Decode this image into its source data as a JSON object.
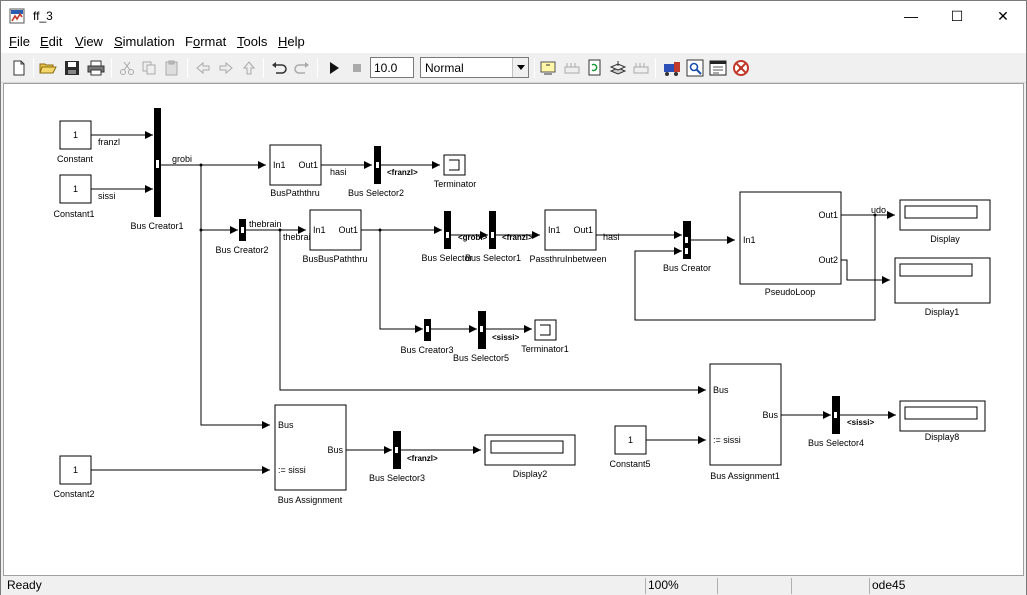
{
  "window": {
    "title": "ff_3",
    "minimize_glyph": "—",
    "maximize_glyph": "☐",
    "close_glyph": "✕"
  },
  "menu": [
    "File",
    "Edit",
    "View",
    "Simulation",
    "Format",
    "Tools",
    "Help"
  ],
  "menu_mnemonics": [
    "F",
    "E",
    "V",
    "S",
    "o",
    "T",
    "H"
  ],
  "toolbar": {
    "stop_time": "10.0",
    "sim_mode": "Normal",
    "icons": [
      "new-icon",
      "open-icon",
      "save-icon",
      "print-icon",
      "cut-icon",
      "copy-icon",
      "paste-icon",
      "back-icon",
      "forward-icon",
      "up-icon",
      "undo-icon",
      "redo-icon",
      "start-icon",
      "stop-icon",
      "build-icon",
      "update-icon",
      "refresh-icon",
      "library-icon",
      "model-explorer-icon",
      "debug-icon",
      "browser-icon",
      "settings-icon",
      "targets-icon"
    ]
  },
  "diagram": {
    "blocks": {
      "constant": {
        "value": "1",
        "name": "Constant"
      },
      "constant1": {
        "value": "1",
        "name": "Constant1"
      },
      "constant2": {
        "value": "1",
        "name": "Constant2"
      },
      "constant5": {
        "value": "1",
        "name": "Constant5"
      },
      "bus_creator1": {
        "name": "Bus Creator1"
      },
      "bus_creator2": {
        "name": "Bus Creator2"
      },
      "bus_creator3": {
        "name": "Bus Creator3"
      },
      "bus_creator": {
        "name": "Bus Creator"
      },
      "bus_pathtru": {
        "name": "BusPaththru",
        "in": "In1",
        "out": "Out1"
      },
      "bus_bus_pathtru": {
        "name": "BusBusPaththru",
        "in": "In1",
        "out": "Out1"
      },
      "passthru_inbetween": {
        "name": "PassthruInbetween",
        "in": "In1",
        "out": "Out1"
      },
      "bus_selector2": {
        "name": "Bus Selector2",
        "sig": "<franzl>"
      },
      "bus_selector": {
        "name": "Bus Selector",
        "sig": "<grobi>"
      },
      "bus_selector1": {
        "name": "Bus Selector1",
        "sig": "<franzl>"
      },
      "bus_selector5": {
        "name": "Bus Selector5",
        "sig": "<sissi>"
      },
      "bus_selector3": {
        "name": "Bus Selector3",
        "sig": "<franzl>"
      },
      "bus_selector4": {
        "name": "Bus Selector4",
        "sig": "<sissi>"
      },
      "terminator": {
        "name": "Terminator"
      },
      "terminator1": {
        "name": "Terminator1"
      },
      "pseudo_loop": {
        "name": "PseudoLoop",
        "in": "In1",
        "out1": "Out1",
        "out2": "Out2"
      },
      "display": {
        "name": "Display"
      },
      "display1": {
        "name": "Display1"
      },
      "display2": {
        "name": "Display2"
      },
      "display8": {
        "name": "Display8"
      },
      "bus_assignment": {
        "name": "Bus Assignment",
        "bus": "Bus",
        "assign": ":= sissi",
        "out": "Bus"
      },
      "bus_assignment1": {
        "name": "Bus Assignment1",
        "bus": "Bus",
        "assign": ":= sissi",
        "out": "Bus"
      }
    },
    "signals": {
      "franzl": "franzl",
      "sissi": "sissi",
      "grobi": "grobi",
      "thebrain": "thebrain",
      "thebrain2": "thebrain",
      "hasi": "hasi",
      "hasi2": "hasi",
      "udo": "udo"
    }
  },
  "status": {
    "left": "Ready",
    "zoom": "100%",
    "solver": "ode45"
  }
}
